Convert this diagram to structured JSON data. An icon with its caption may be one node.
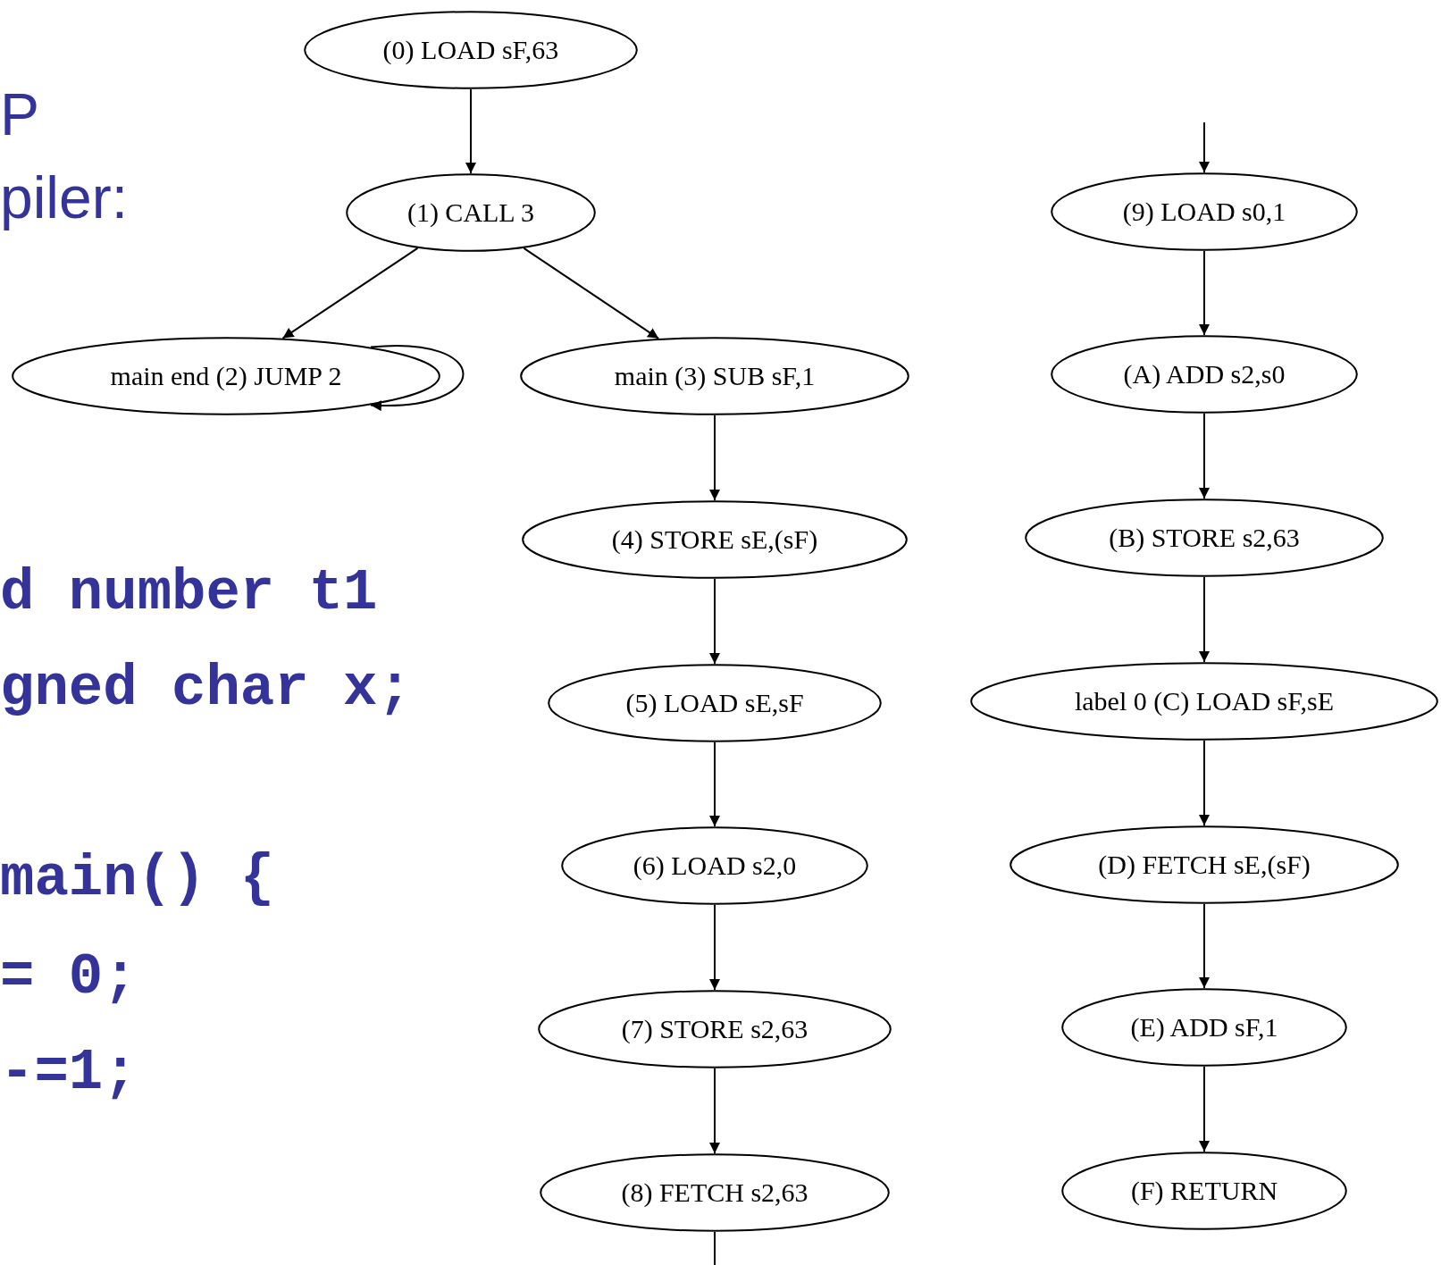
{
  "diagram": {
    "nodes": [
      {
        "text": [
          "(0) LOAD sF,63"
        ]
      },
      {
        "text": [
          "(1) CALL 3"
        ]
      },
      {
        "text": [
          "main end (2) JUMP 2"
        ]
      },
      {
        "text": [
          "main (3) SUB sF,1"
        ]
      },
      {
        "text": [
          "(4) STORE sE,(sF)"
        ]
      },
      {
        "text": [
          "(5) LOAD sE,sF"
        ]
      },
      {
        "text": [
          "(6) LOAD s2,0"
        ]
      },
      {
        "text": [
          "(7) STORE s2,63"
        ]
      },
      {
        "text": [
          "(8) FETCH s2,63"
        ]
      },
      {
        "text": [
          "(9) LOAD s0,1"
        ]
      },
      {
        "text": [
          "(A) ADD s2,s0"
        ]
      },
      {
        "text": [
          "(B) STORE s2,63"
        ]
      },
      {
        "text": [
          "label 0 (C) LOAD sF,sE"
        ]
      },
      {
        "text": [
          "(D) FETCH sE,(sF)"
        ]
      },
      {
        "text": [
          "(E) ADD sF,1"
        ]
      },
      {
        "text": [
          "(F) RETURN"
        ]
      }
    ],
    "edges": [
      {
        "from": 0,
        "to": 1,
        "arrow": "to"
      },
      {
        "from": 1,
        "to": 2,
        "arrow": "to"
      },
      {
        "from": 1,
        "to": 3,
        "arrow": "to"
      },
      {
        "from": 2,
        "to": 2,
        "arrow": "to"
      },
      {
        "from": 3,
        "to": 4,
        "arrow": "to"
      },
      {
        "from": 4,
        "to": 5,
        "arrow": "to"
      },
      {
        "from": 5,
        "to": 6,
        "arrow": "to"
      },
      {
        "from": 6,
        "to": 7,
        "arrow": "to"
      },
      {
        "from": 7,
        "to": 8,
        "arrow": "to"
      },
      {
        "from": 8,
        "to": null,
        "arrow": "none"
      },
      {
        "from": null,
        "to": 9,
        "arrow": "to"
      },
      {
        "from": 9,
        "to": 10,
        "arrow": "to"
      },
      {
        "from": 10,
        "to": 11,
        "arrow": "to"
      },
      {
        "from": 11,
        "to": 12,
        "arrow": "to"
      },
      {
        "from": 12,
        "to": 13,
        "arrow": "to"
      },
      {
        "from": 13,
        "to": 14,
        "arrow": "to"
      },
      {
        "from": 14,
        "to": 15,
        "arrow": "to"
      }
    ],
    "labels": [
      "P",
      "piler:",
      "d number t1",
      "gned char x;",
      "main() {",
      "= 0;",
      "-=1;"
    ]
  }
}
